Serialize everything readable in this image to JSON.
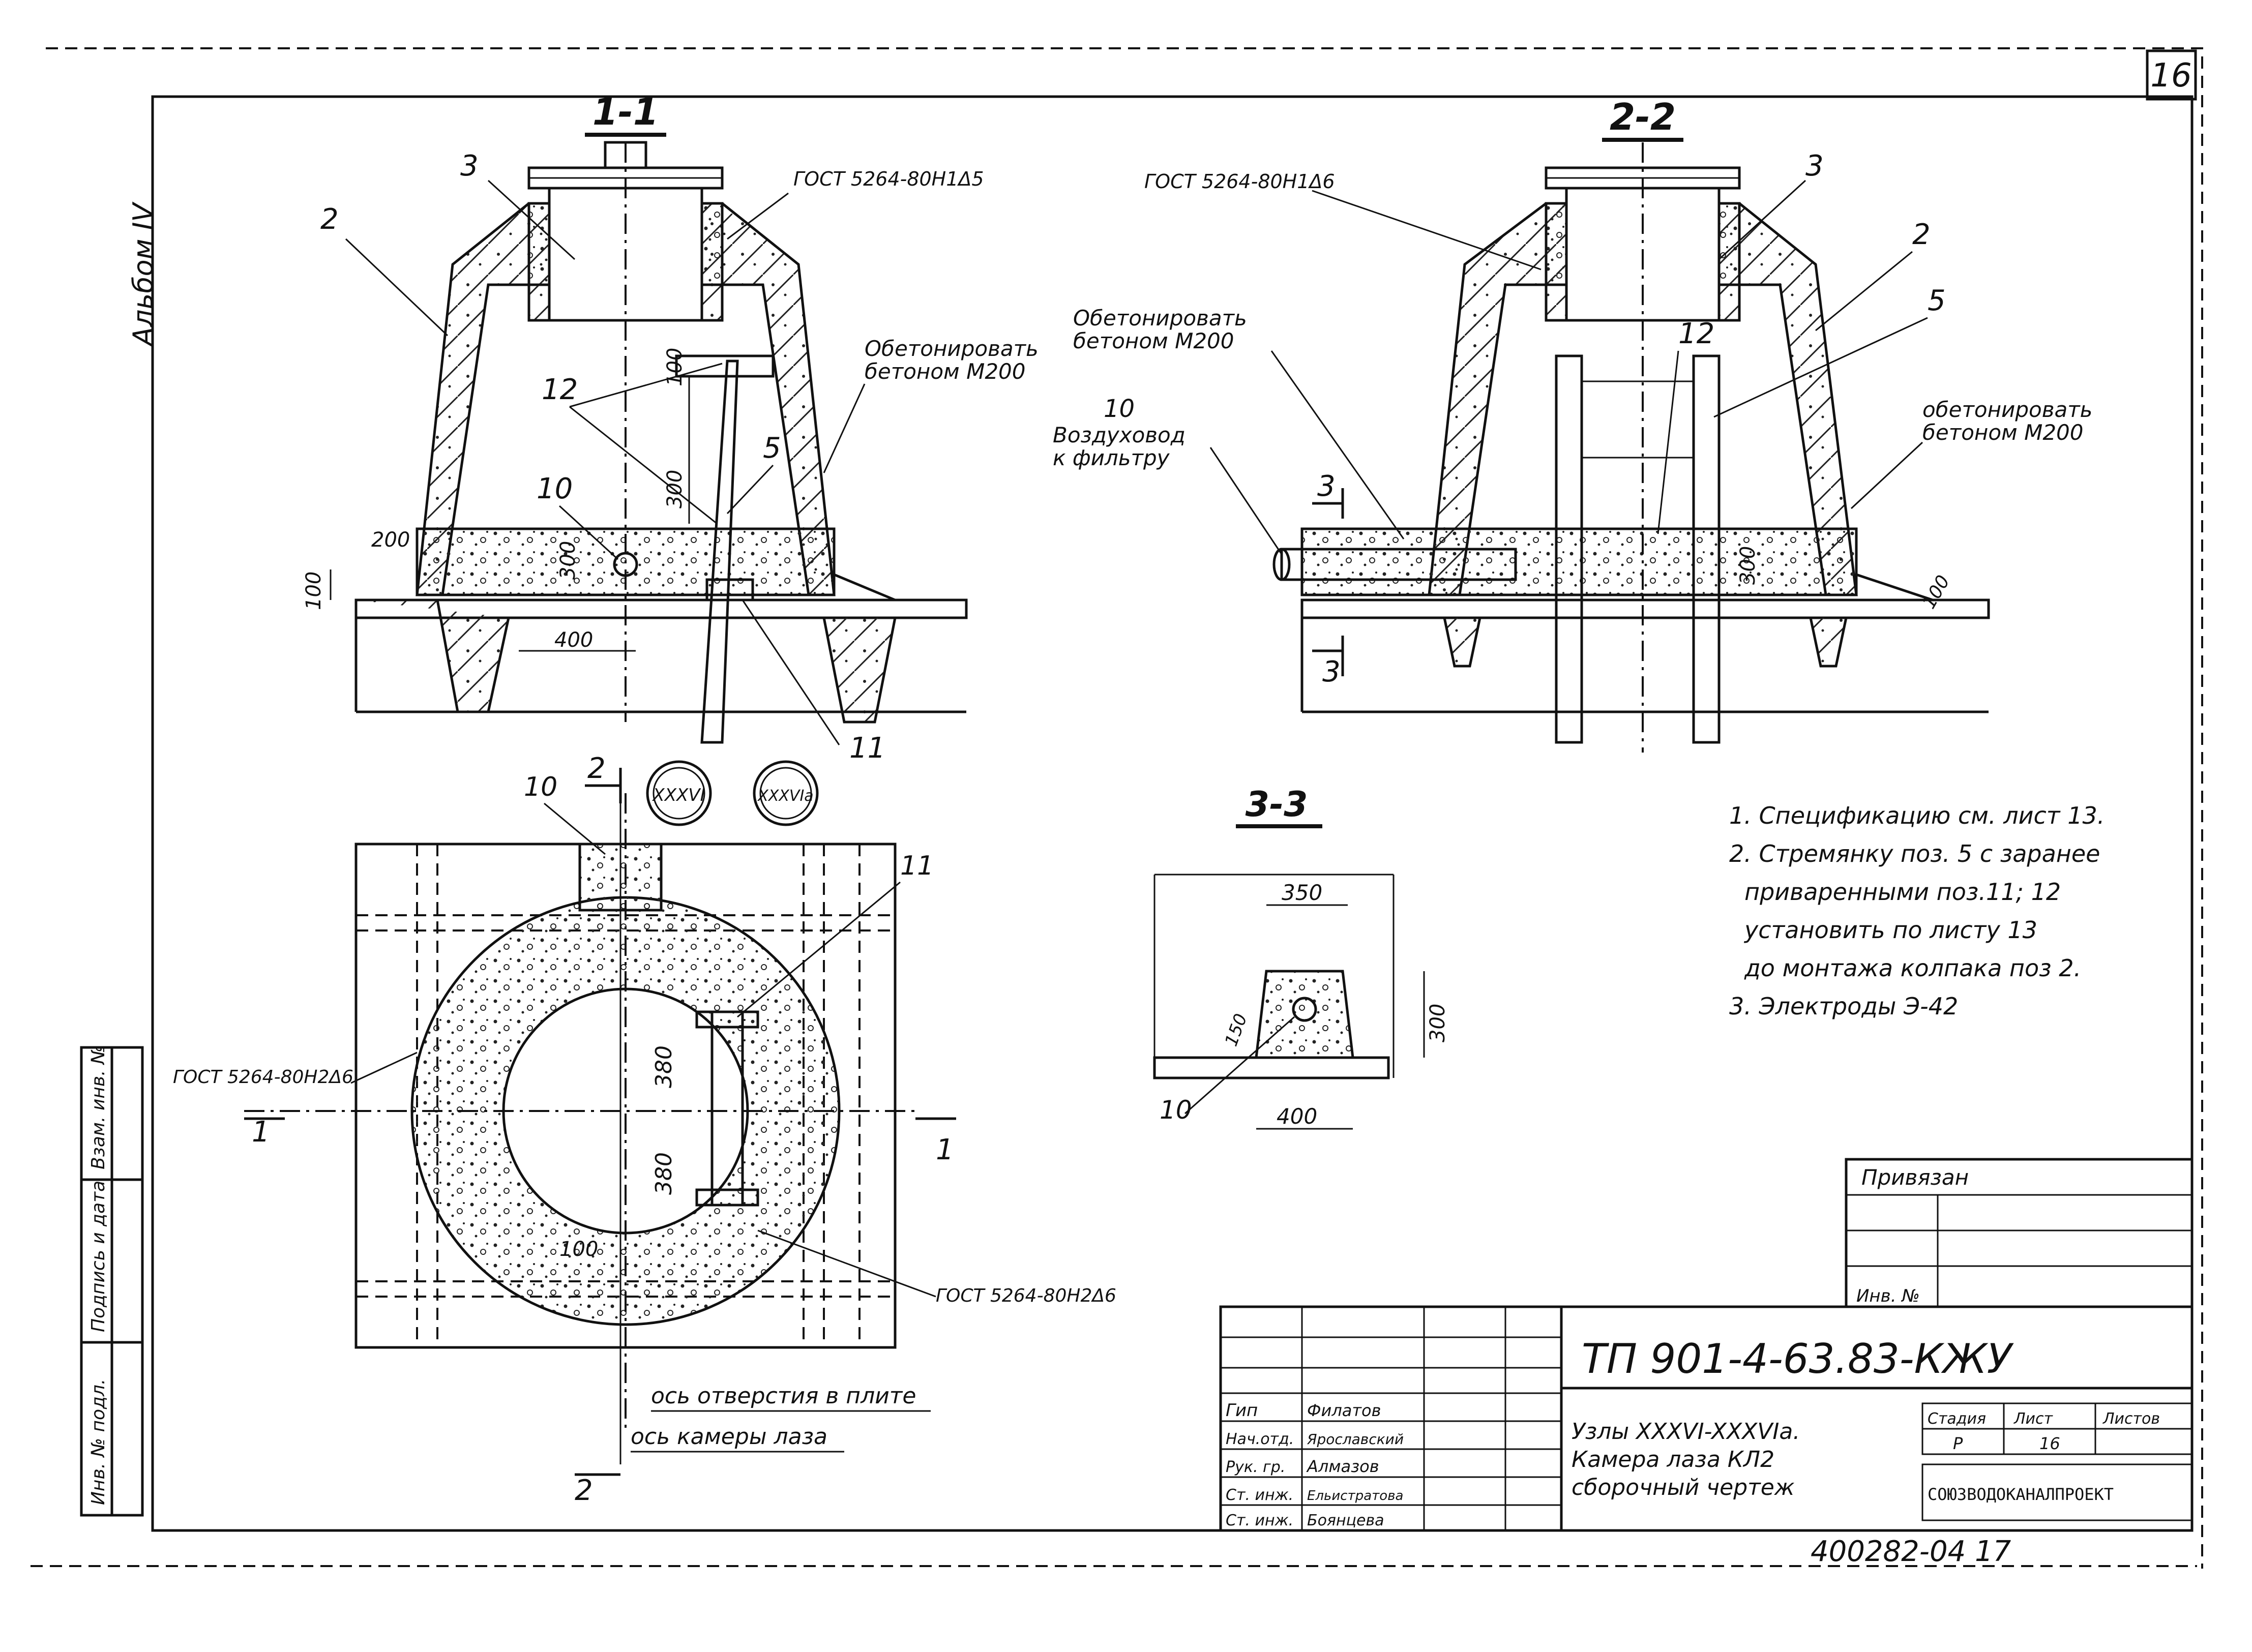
{
  "sheet_number": "16",
  "album": "Альбом IV",
  "sections": {
    "s1": "1-1",
    "s2": "2-2",
    "s3": "3-3"
  },
  "callouts": {
    "c2": "2",
    "c3": "3",
    "c5": "5",
    "c10": "10",
    "c11": "11",
    "c12": "12"
  },
  "labels": {
    "gost_1": "ГОСТ 5264-80Н1Δ5",
    "gost_2": "ГОСТ 5264-80Н1Δ6",
    "gost_3": "ГОСТ 5264-80Н2Δ6",
    "gost_4": "ГОСТ 5264-80Н2Δ6",
    "concrete_1_a": "Обетонировать",
    "concrete_1_b": "бетоном М200",
    "concrete_2_a": "Обетонировать",
    "concrete_2_b": "бетоном М200",
    "concrete_3_a": "обетонировать",
    "concrete_3_b": "бетоном  М200",
    "air_a": "Воздуховод",
    "air_b": "к фильтру",
    "axis_hole": "ось отверстия в плите",
    "axis_chamber": "ось камеры лаза",
    "node_1": "XXXVI",
    "node_2": "XXXVIa"
  },
  "dimensions": {
    "d100": "100",
    "d200": "200",
    "d300": "300",
    "d400": "400",
    "d350": "350",
    "d380": "380",
    "d150": "150"
  },
  "notes": [
    "1. Спецификацию см. лист 13.",
    "2. Стремянку поз. 5 с заранее",
    "приваренными поз.11; 12",
    "установить по листу 13",
    "до монтажа колпака поз 2.",
    "3. Электроды Э-42"
  ],
  "title_block": {
    "code": "ТП 901-4-63.83-КЖУ",
    "title_lines": [
      "Узлы XXXVI-XXXVIa.",
      "Камера лаза КЛ2",
      "сборочный чертеж"
    ],
    "signatures": [
      {
        "role": "Гип",
        "name": "Филатов"
      },
      {
        "role": "Нач.отд.",
        "name": "Ярославский"
      },
      {
        "role": "Рук. гр.",
        "name": "Алмазов"
      },
      {
        "role": "Ст. инж.",
        "name": "Ельистратова"
      },
      {
        "role": "Ст. инж.",
        "name": "Боянцева"
      }
    ],
    "stage_label": "Стадия",
    "stage_value": "Р",
    "sheet_label": "Лист",
    "sheet_value": "16",
    "sheets_label": "Листов",
    "org": "СОЮЗВОДОКАНАЛПРОЕКТ",
    "privyazan": "Привязан",
    "inv_no": "Инв. №"
  },
  "side_stamp": [
    "Инв. № подл.",
    "Подпись и дата",
    "Взам. инв. №"
  ],
  "bottom_code": "400282-04  17"
}
